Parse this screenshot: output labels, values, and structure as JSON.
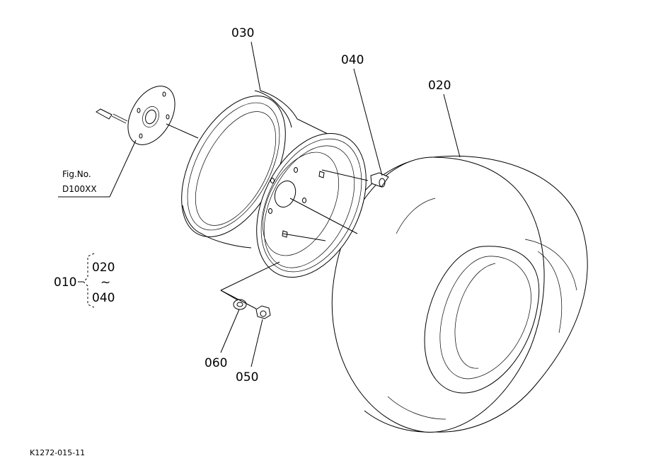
{
  "labels": {
    "part_010": "010",
    "part_020": "020",
    "part_030": "030",
    "part_040": "040",
    "part_050": "050",
    "part_060": "060",
    "range_top": "020",
    "range_sep": "~",
    "range_bottom": "040",
    "fig_ref_line1": "Fig.No.",
    "fig_ref_line2": "D100XX",
    "drawing_code": "K1272-015-11"
  }
}
